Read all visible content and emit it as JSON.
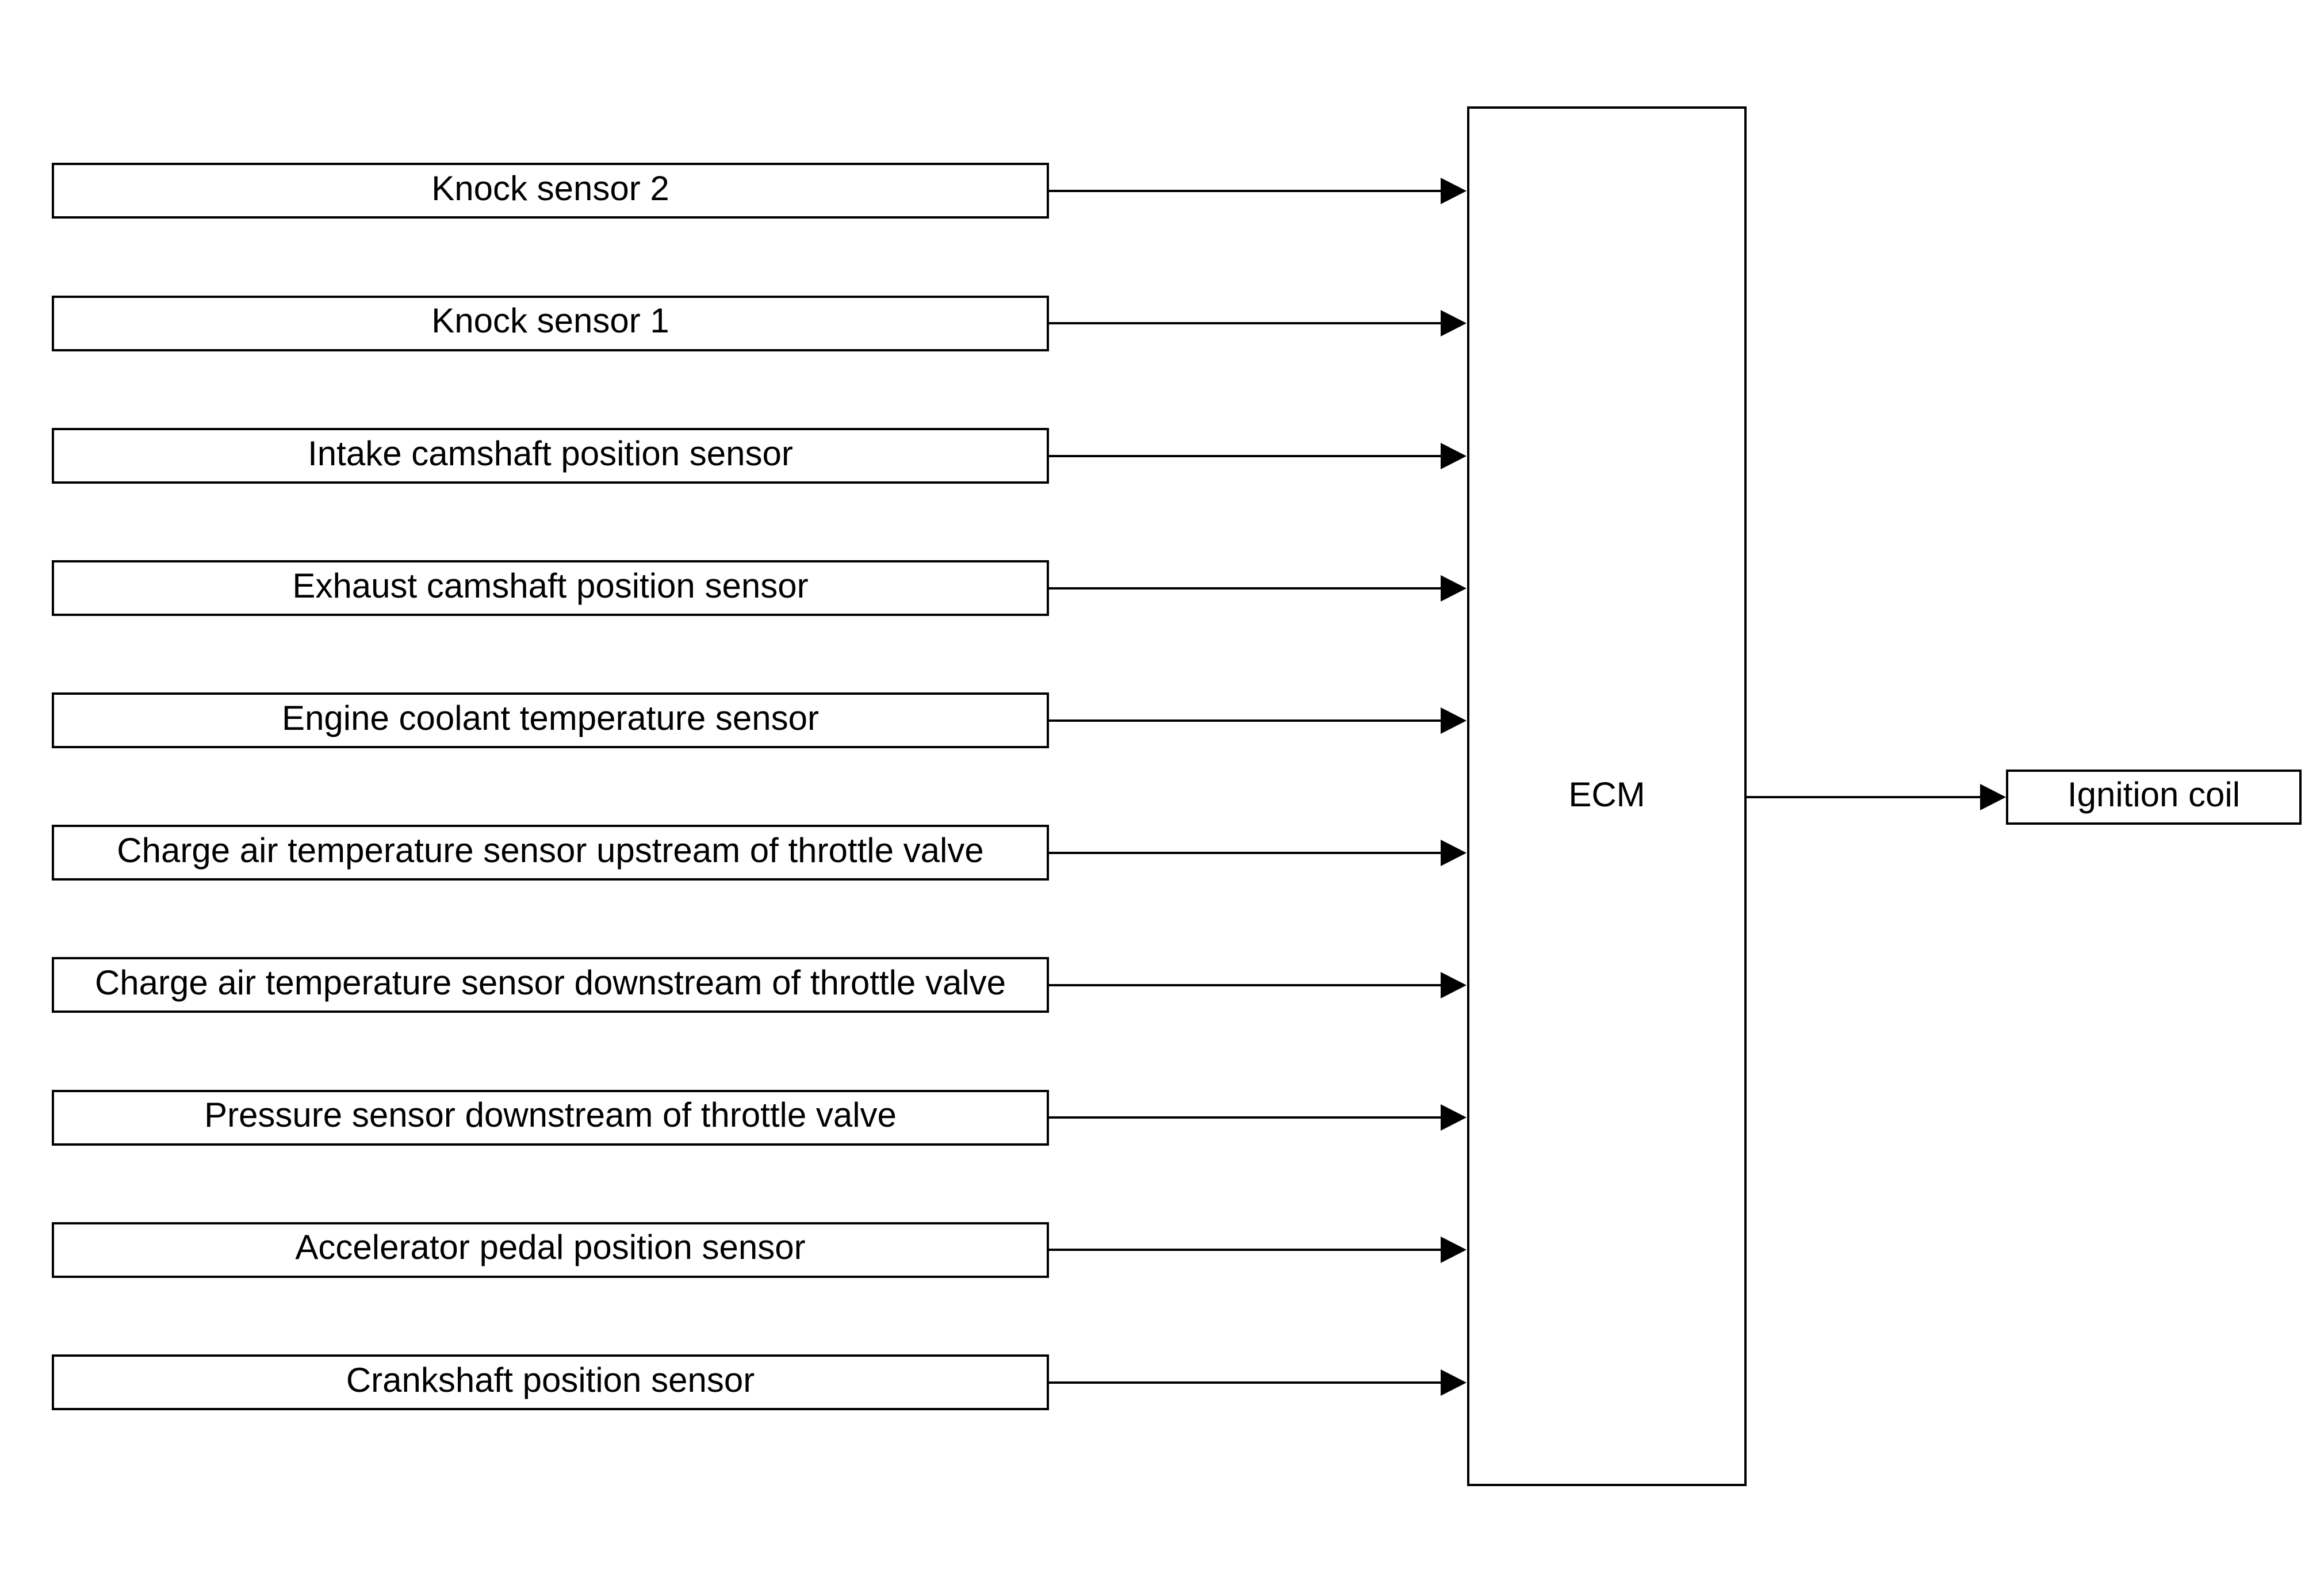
{
  "diagram": {
    "type": "block-diagram",
    "inputs": [
      "Knock sensor 2",
      "Knock sensor 1",
      "Intake camshaft position sensor",
      "Exhaust camshaft position sensor",
      "Engine coolant temperature sensor",
      "Charge air temperature sensor upstream of throttle valve",
      "Charge air temperature sensor downstream of throttle valve",
      "Pressure sensor downstream of throttle valve",
      "Accelerator pedal position sensor",
      "Crankshaft position sensor"
    ],
    "controller": "ECM",
    "output": "Ignition coil",
    "colors": {
      "line": "#000000",
      "background": "#ffffff"
    }
  }
}
